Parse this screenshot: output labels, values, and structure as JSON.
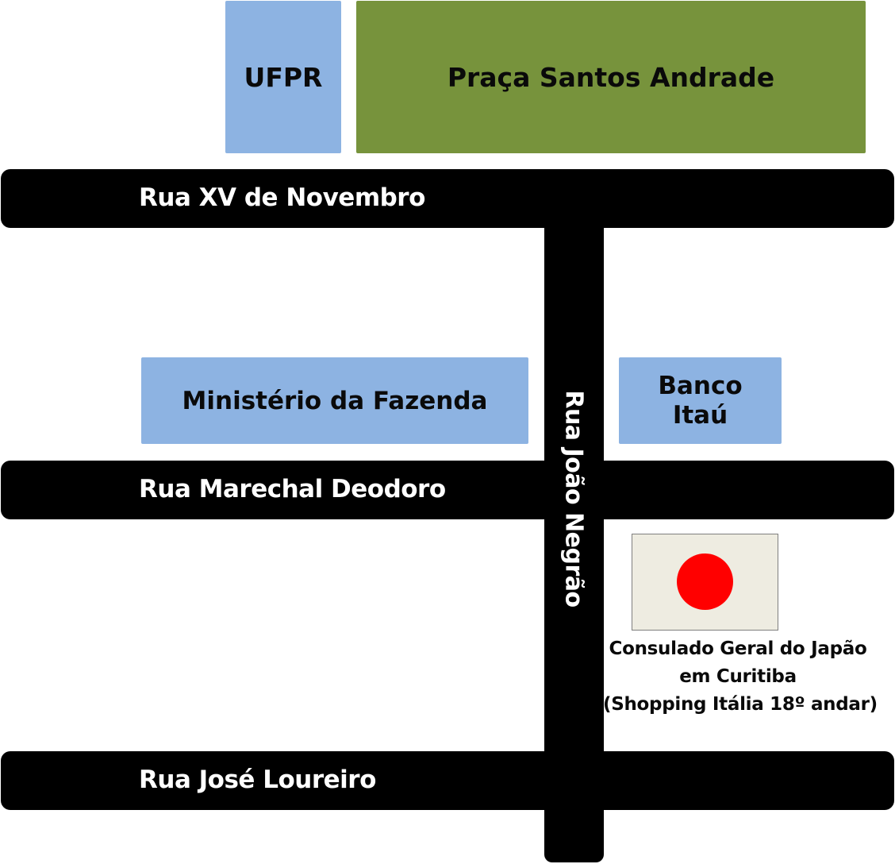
{
  "blocks": {
    "ufpr": "UFPR",
    "praca": "Praça Santos Andrade",
    "ministerio": "Ministério da Fazenda",
    "banco_line1": "Banco",
    "banco_line2": "Itaú"
  },
  "streets": {
    "xv": "Rua XV de Novembro",
    "marechal": "Rua Marechal Deodoro",
    "jose": "Rua José Loureiro",
    "joao": "Rua João Negrão"
  },
  "consulate": {
    "line1": "Consulado Geral do Japão",
    "line2": "em Curitiba",
    "line3": "(Shopping Itália 18º andar)"
  },
  "colors": {
    "building_blue": "#8db3e2",
    "park_green": "#77933c",
    "street_black": "#000000",
    "flag_red": "#ff0000",
    "flag_white": "#eeece1"
  }
}
